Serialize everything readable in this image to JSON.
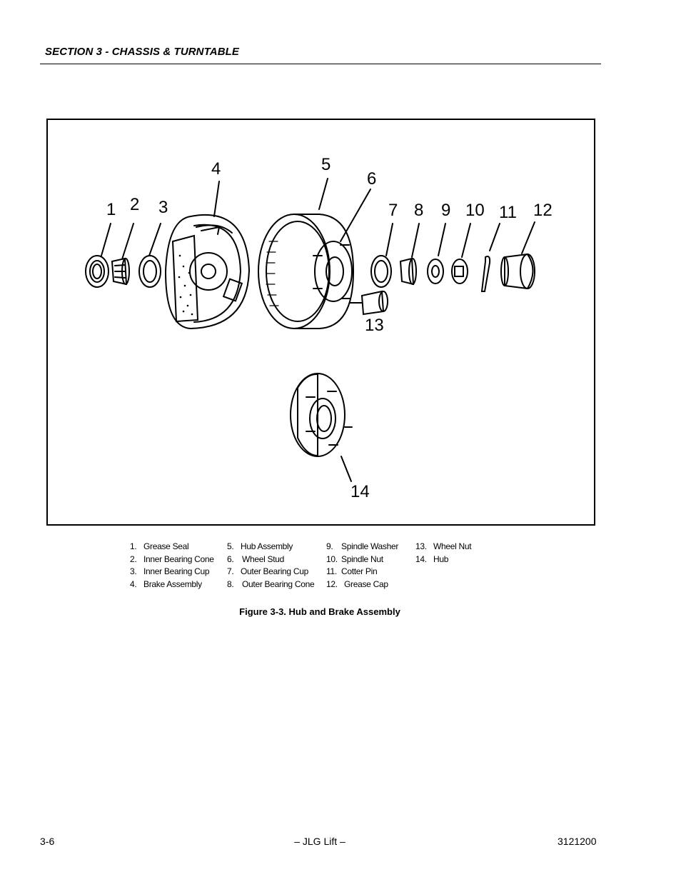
{
  "header": {
    "section_title": "SECTION 3 - CHASSIS & TURNTABLE"
  },
  "figure": {
    "callouts": [
      "1",
      "2",
      "3",
      "4",
      "5",
      "6",
      "7",
      "8",
      "9",
      "10",
      "11",
      "12",
      "13",
      "14"
    ],
    "caption": "Figure 3-3.  Hub and Brake Assembly"
  },
  "legend": {
    "col1": [
      {
        "num": "1.",
        "label": "Grease Seal"
      },
      {
        "num": "2.",
        "label": "Inner Bearing Cone"
      },
      {
        "num": "3.",
        "label": "Inner Bearing Cup"
      },
      {
        "num": "4.",
        "label": "Brake Assembly"
      }
    ],
    "col2": [
      {
        "num": "5.",
        "label": "Hub Assembly"
      },
      {
        "num": "6.",
        "label": "Wheel Stud"
      },
      {
        "num": "7.",
        "label": "Outer Bearing Cup"
      },
      {
        "num": "8.",
        "label": "Outer Bearing Cone"
      }
    ],
    "col3": [
      {
        "num": "9.",
        "label": "Spindle Washer"
      },
      {
        "num": "10.",
        "label": "Spindle Nut"
      },
      {
        "num": "11.",
        "label": "Cotter Pin"
      },
      {
        "num": "12.",
        "label": "Grease Cap"
      }
    ],
    "col4": [
      {
        "num": "13.",
        "label": "Wheel Nut"
      },
      {
        "num": "14.",
        "label": "Hub"
      }
    ]
  },
  "footer": {
    "page_number": "3-6",
    "center": "– JLG Lift –",
    "doc_number": "3121200"
  }
}
